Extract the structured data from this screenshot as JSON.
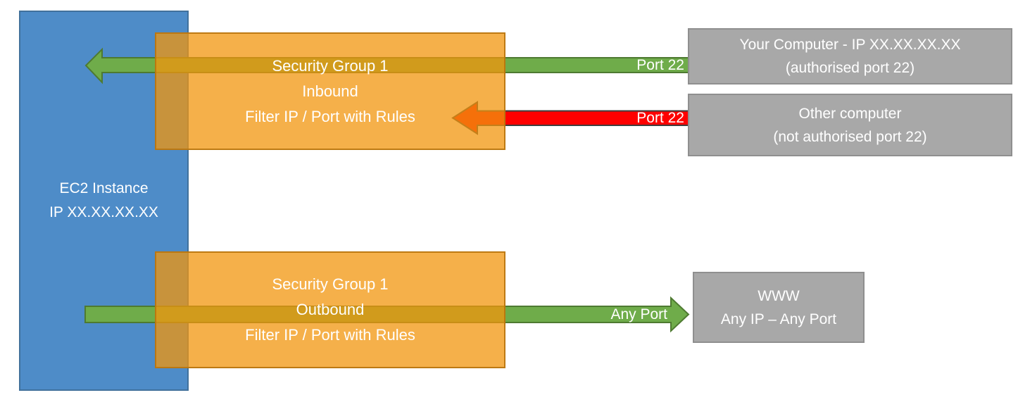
{
  "diagram": {
    "ec2": {
      "line1": "EC2 Instance",
      "line2": "IP XX.XX.XX.XX"
    },
    "inbound_sg": {
      "line1": "Security Group 1",
      "line2": "Inbound",
      "line3": "Filter IP / Port with Rules"
    },
    "outbound_sg": {
      "line1": "Security Group 1",
      "line2": "Outbound",
      "line3": "Filter IP / Port with Rules"
    },
    "your_computer": {
      "line1": "Your Computer - IP XX.XX.XX.XX",
      "line2": "(authorised port 22)"
    },
    "other_computer": {
      "line1": "Other computer",
      "line2": "(not authorised port 22)"
    },
    "www": {
      "line1": "WWW",
      "line2": "Any IP – Any Port"
    },
    "arrows": {
      "inbound_allowed_label": "Port 22",
      "inbound_blocked_label": "Port 22",
      "outbound_label": "Any Port"
    }
  },
  "colors": {
    "blue_fill": "#4E8CC8",
    "blue_border": "#41719C",
    "orange_fill": "rgba(242,150,13,0.75)",
    "orange_border": "rgba(184,116,13,0.9)",
    "green_fill": "#6FAC4A",
    "green_border": "#4E7A31",
    "red_fill": "#FF0000",
    "red_border": "#3F3F3F",
    "gray_fill": "#A8A8A8",
    "gray_border": "#8F8F8F",
    "text_color": "#FFFFFF"
  }
}
